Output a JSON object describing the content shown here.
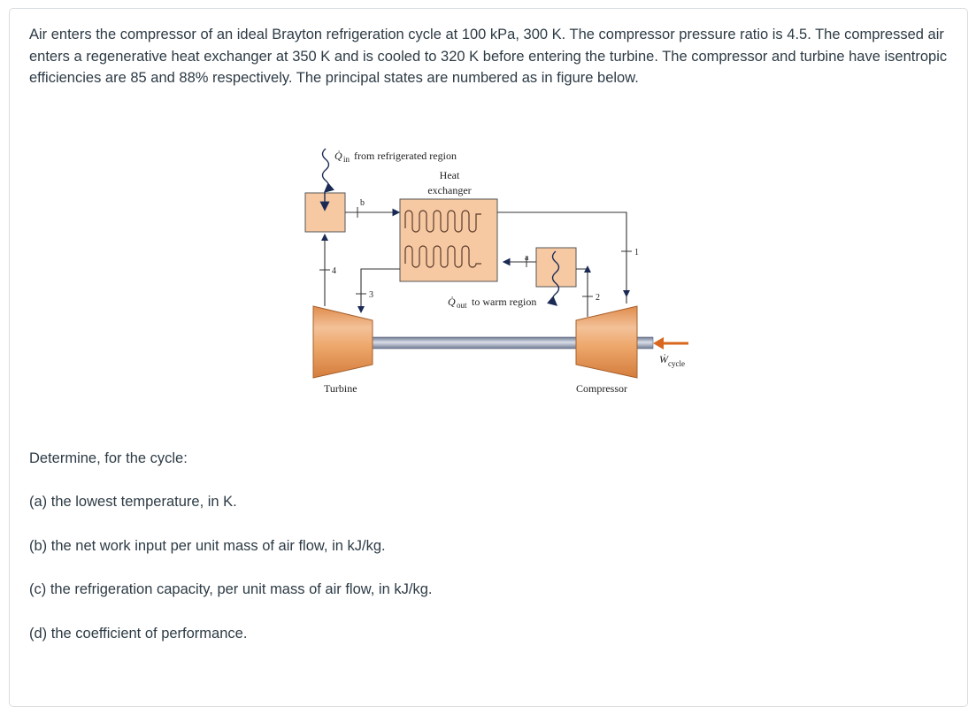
{
  "problem": {
    "intro": "Air enters the compressor of an ideal Brayton refrigeration cycle at 100 kPa, 300 K. The compressor pressure ratio is 4.5. The compressed air enters a regenerative heat exchanger at 350 K and is cooled to 320 K before entering the turbine. The compressor and turbine have isentropic efficiencies are 85 and 88% respectively. The principal states are numbered as in figure below.",
    "determine": "Determine, for the cycle:",
    "questions": [
      "(a) the lowest temperature, in K.",
      "(b) the net work input per unit mass of air flow, in kJ/kg.",
      "(c) the refrigeration capacity, per unit mass of air flow, in kJ/kg.",
      "(d) the coefficient of performance."
    ]
  },
  "figure": {
    "qin_symbol": "Q̇",
    "qin_sub": "in",
    "qin_text": "from refrigerated region",
    "hx_line1": "Heat",
    "hx_line2": "exchanger",
    "qout_symbol": "Q̇",
    "qout_sub": "out",
    "qout_text": "to warm region",
    "wcycle_symbol": "Ẇ",
    "wcycle_sub": "cycle",
    "turbine_label": "Turbine",
    "compressor_label": "Compressor",
    "state_1": "1",
    "state_2": "2",
    "state_3": "3",
    "state_4": "4",
    "state_a": "a",
    "state_b": "b",
    "colors": {
      "box_fill": "#f6c9a3",
      "machine_fill": "#eeaa70",
      "shaft": "#8a95ad",
      "arrow_orange": "#d9671e"
    }
  }
}
